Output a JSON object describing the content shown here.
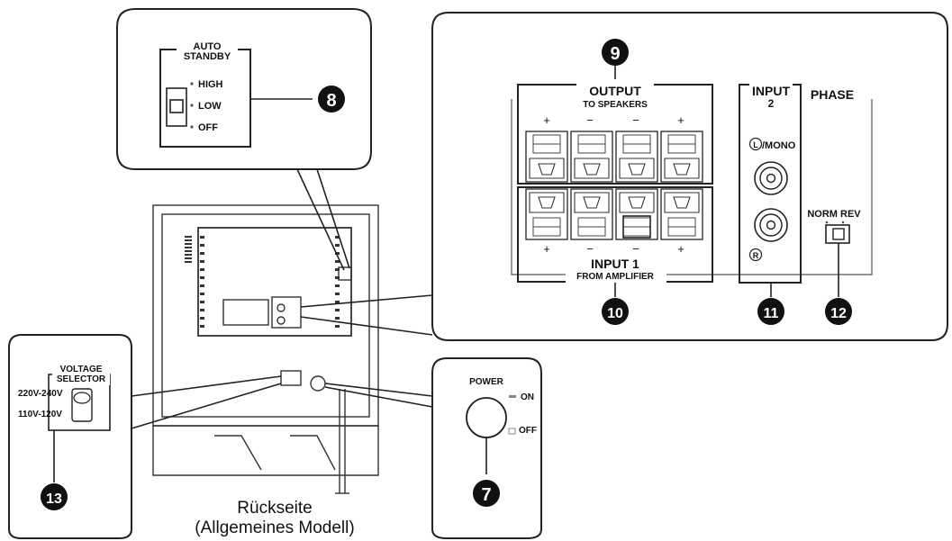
{
  "auto_standby": {
    "title_line1": "AUTO",
    "title_line2": "STANDBY",
    "options": [
      "HIGH",
      "LOW",
      "OFF"
    ]
  },
  "output": {
    "title": "OUTPUT",
    "subtitle": "TO SPEAKERS",
    "polarity": [
      "+",
      "−",
      "−",
      "+"
    ]
  },
  "input1": {
    "title": "INPUT 1",
    "subtitle": "FROM AMPLIFIER",
    "polarity": [
      "+",
      "−",
      "−",
      "+"
    ]
  },
  "input2": {
    "title_line1": "INPUT",
    "title_line2": "2",
    "left_symbol": "L",
    "left_suffix": "/MONO",
    "right_symbol": "R"
  },
  "phase": {
    "title": "PHASE",
    "options_label": "NORM REV"
  },
  "voltage_selector": {
    "title_line1": "VOLTAGE",
    "title_line2": "SELECTOR",
    "high_range": "220V-240V",
    "low_range": "110V-120V"
  },
  "power": {
    "title": "POWER",
    "on_label": "ON",
    "off_label": "OFF"
  },
  "caption": {
    "line1": "Rückseite",
    "line2": "(Allgemeines Modell)"
  },
  "callouts": [
    "7",
    "8",
    "9",
    "10",
    "11",
    "12",
    "13"
  ]
}
